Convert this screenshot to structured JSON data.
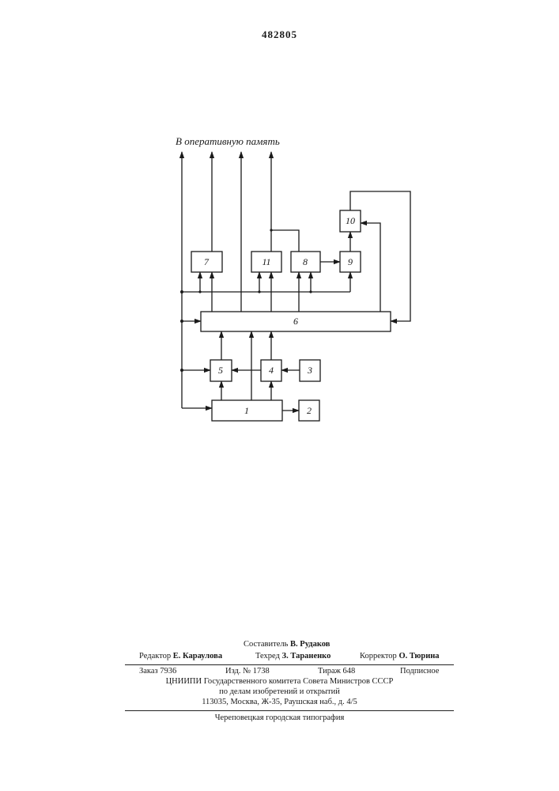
{
  "patent_number": "482805",
  "diagram": {
    "output_label": "В оперативную память",
    "blocks": [
      {
        "id": "1",
        "label": "1"
      },
      {
        "id": "2",
        "label": "2"
      },
      {
        "id": "3",
        "label": "3"
      },
      {
        "id": "4",
        "label": "4"
      },
      {
        "id": "5",
        "label": "5"
      },
      {
        "id": "6",
        "label": "6"
      },
      {
        "id": "7",
        "label": "7"
      },
      {
        "id": "8",
        "label": "8"
      },
      {
        "id": "9",
        "label": "9"
      },
      {
        "id": "10",
        "label": "10"
      },
      {
        "id": "11",
        "label": "11"
      }
    ]
  },
  "imprint": {
    "compiler_role": "Составитель",
    "compiler_name": "В. Рудаков",
    "editor_role": "Редактор",
    "editor_name": "Е. Караулова",
    "techred_role": "Техред",
    "techred_name": "З. Тараненко",
    "corrector_role": "Корректор",
    "corrector_name": "О. Тюрина",
    "order": "Заказ 7936",
    "edition": "Изд. № 1738",
    "circulation": "Тираж 648",
    "subscription": "Подписное",
    "org_line1": "ЦНИИПИ Государственного комитета Совета Министров СССР",
    "org_line2": "по делам изобретений и открытий",
    "address": "113035, Москва, Ж-35, Раушская наб., д. 4/5",
    "printer": "Череповецкая городская типография"
  }
}
